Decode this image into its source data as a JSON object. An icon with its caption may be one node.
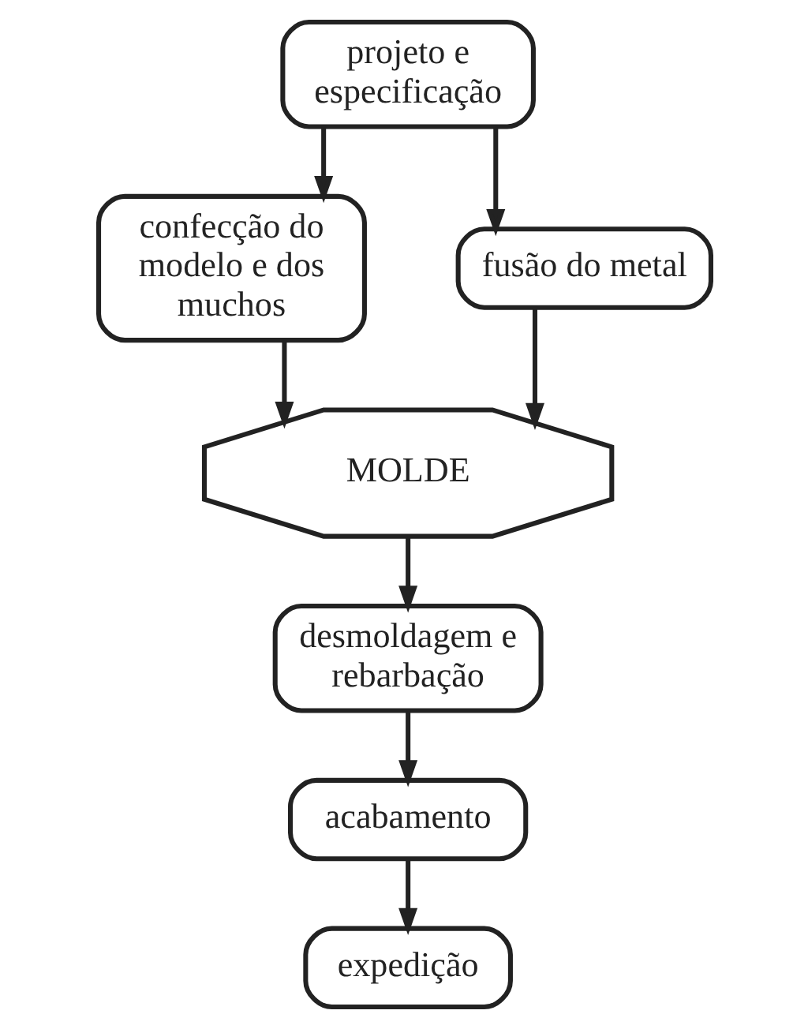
{
  "diagram": {
    "nodes": [
      {
        "text": [
          "projeto e especificação"
        ]
      },
      {
        "text": [
          "confecção do modelo e dos muchos"
        ]
      },
      {
        "text": [
          "fusão do metal"
        ]
      },
      {
        "text": [
          "MOLDE"
        ]
      },
      {
        "text": [
          "desmoldagem e rebarbação"
        ]
      },
      {
        "text": [
          "acabamento"
        ]
      },
      {
        "text": [
          "expedição"
        ]
      }
    ],
    "edges": [
      {
        "from": 0,
        "to": 1,
        "arrow": "to"
      },
      {
        "from": 0,
        "to": 2,
        "arrow": "to"
      },
      {
        "from": 1,
        "to": 3,
        "arrow": "to"
      },
      {
        "from": 2,
        "to": 3,
        "arrow": "to"
      },
      {
        "from": 3,
        "to": 4,
        "arrow": "to"
      },
      {
        "from": 4,
        "to": 5,
        "arrow": "to"
      },
      {
        "from": 5,
        "to": 6,
        "arrow": "to"
      }
    ]
  }
}
